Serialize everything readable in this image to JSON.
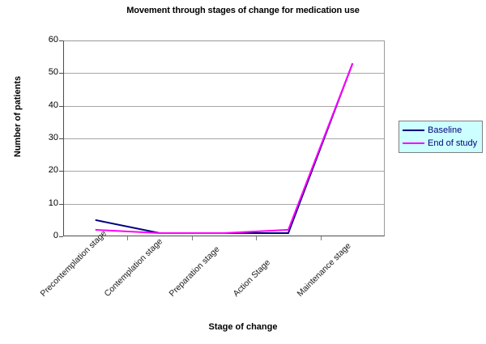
{
  "chart_data": {
    "type": "line",
    "title": "Movement through stages of change for medication use",
    "xlabel": "Stage of change",
    "ylabel": "Number of patients",
    "categories": [
      "Precontemplation stage",
      "Contemplation stage",
      "Preparation stage",
      "Action Stage",
      "Maintenance stage"
    ],
    "series": [
      {
        "name": "Baseline",
        "color": "#000080",
        "values": [
          5,
          1,
          1,
          1,
          53
        ]
      },
      {
        "name": "End of study",
        "color": "#ff00ff",
        "values": [
          2,
          1,
          1,
          2,
          53
        ]
      }
    ],
    "ylim": [
      0,
      60
    ],
    "yticks": [
      0,
      10,
      20,
      30,
      40,
      50,
      60
    ],
    "ytick_labels": [
      "0",
      "10",
      "20",
      "30",
      "40",
      "50",
      "60"
    ],
    "grid": "horizontal",
    "legend_position": "right",
    "legend_background": "#ccffff",
    "plot_background": "#ffffff"
  },
  "legend": {
    "entries": [
      {
        "label": "Baseline"
      },
      {
        "label": "End of study"
      }
    ]
  }
}
